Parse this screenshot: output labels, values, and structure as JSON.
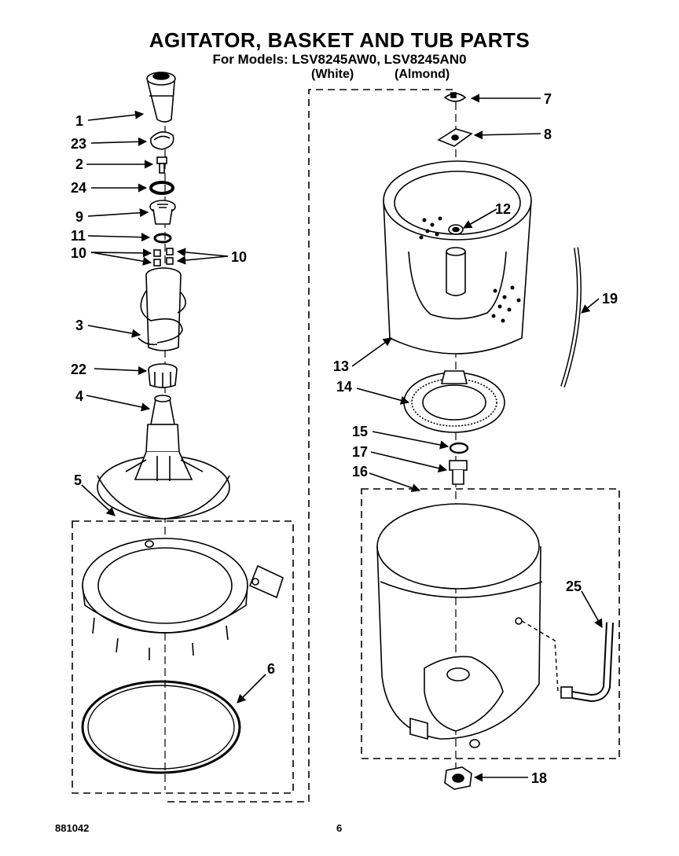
{
  "header": {
    "title": "AGITATOR, BASKET AND TUB PARTS",
    "models_line": "For Models: LSV8245AW0, LSV8245AN0",
    "variant_white": "(White)",
    "variant_almond": "(Almond)"
  },
  "footer": {
    "doc_number": "881042",
    "page_number": "6"
  },
  "part_labels": [
    "1",
    "23",
    "2",
    "24",
    "9",
    "11",
    "10",
    "10",
    "3",
    "22",
    "4",
    "5",
    "6",
    "7",
    "8",
    "12",
    "13",
    "14",
    "15",
    "17",
    "16",
    "19",
    "25",
    "18"
  ],
  "colors": {
    "ink": "#000000",
    "paper": "#ffffff"
  }
}
